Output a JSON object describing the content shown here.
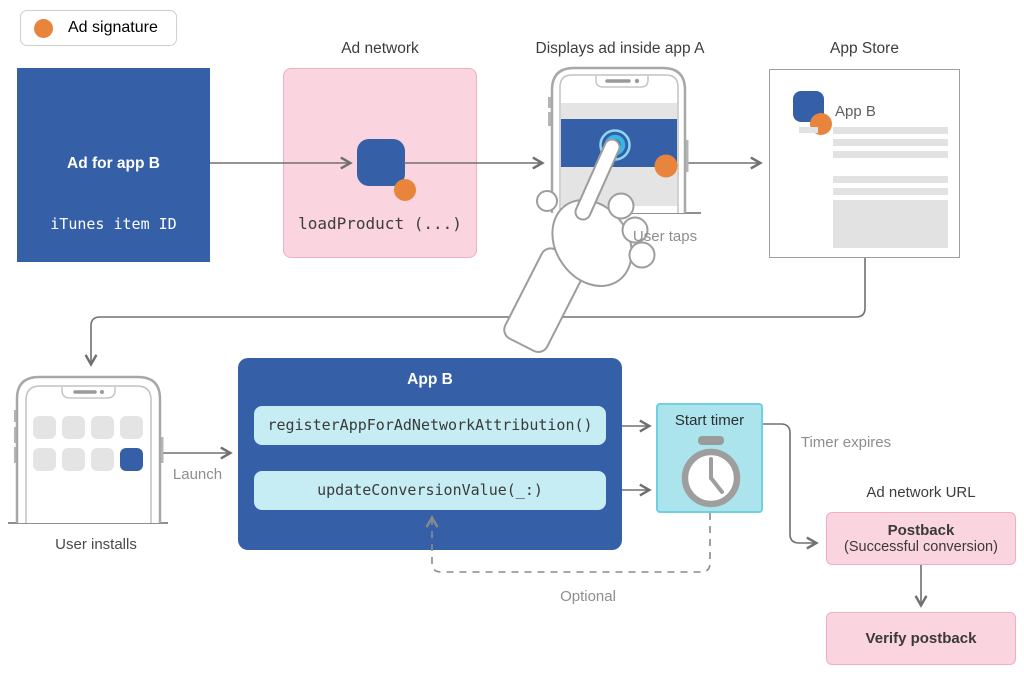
{
  "legend": {
    "label": "Ad signature"
  },
  "titles": {
    "ad_network": "Ad network",
    "app_a": "Displays ad inside app A",
    "app_store": "App Store",
    "ad_network_url": "Ad network URL"
  },
  "creative": {
    "title": "Ad for app B",
    "subtitle": "iTunes item ID"
  },
  "ad_network": {
    "code": "loadProduct (...)"
  },
  "app_a": {
    "caption": "User taps"
  },
  "app_store": {
    "app_name": "App B"
  },
  "install": {
    "caption": "User installs",
    "launch": "Launch"
  },
  "app_b": {
    "title": "App B",
    "api_register": "registerAppForAdNetworkAttribution()",
    "api_update": "updateConversionValue(_:)"
  },
  "timer": {
    "title": "Start timer",
    "expires": "Timer expires"
  },
  "postback": {
    "title": "Postback",
    "subtitle": "(Successful conversion)"
  },
  "verify": {
    "title": "Verify postback"
  },
  "flow": {
    "optional": "Optional"
  },
  "icons": {
    "ad_signature": "orange-dot",
    "timer": "stopwatch-icon",
    "tap": "tap-ripple-icon",
    "hand": "pointing-hand-icon"
  },
  "colors": {
    "blue": "#3560A8",
    "orange": "#E8843C",
    "pink-fill": "#FAD4DE",
    "pink-border": "#F2AEC1",
    "cyan-fill": "#ACE4EE",
    "cyan-border": "#6FD0E2",
    "chip-fill": "#C6EDF4",
    "skeleton": "#E2E2E2",
    "line": "#707070",
    "label": "#8E8E8E",
    "text": "#3D3D3D"
  }
}
